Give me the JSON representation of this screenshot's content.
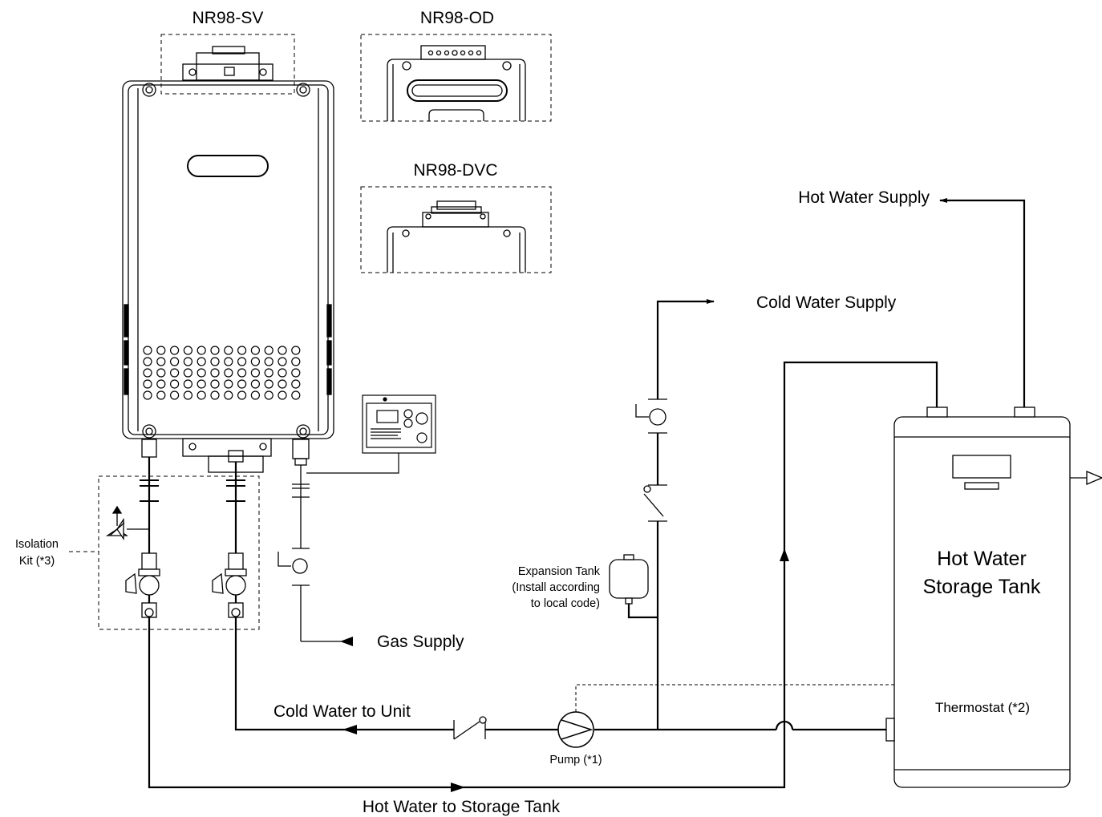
{
  "diagram": {
    "models": {
      "sv": "NR98-SV",
      "od": "NR98-OD",
      "dvc": "NR98-DVC"
    },
    "supplies": {
      "hot_water_supply": "Hot Water Supply",
      "cold_water_supply": "Cold Water Supply",
      "gas_supply": "Gas Supply"
    },
    "lines": {
      "cold_to_unit": "Cold Water to Unit",
      "hot_to_storage": "Hot Water to Storage Tank"
    },
    "isolation_kit": [
      "Isolation",
      "Kit (*3)"
    ],
    "expansion_tank": [
      "Expansion Tank",
      "(Install according",
      "to local code)"
    ],
    "storage_tank": [
      "Hot Water",
      "Storage Tank"
    ],
    "thermostat": "Thermostat (*2)",
    "pump": "Pump (*1)"
  }
}
